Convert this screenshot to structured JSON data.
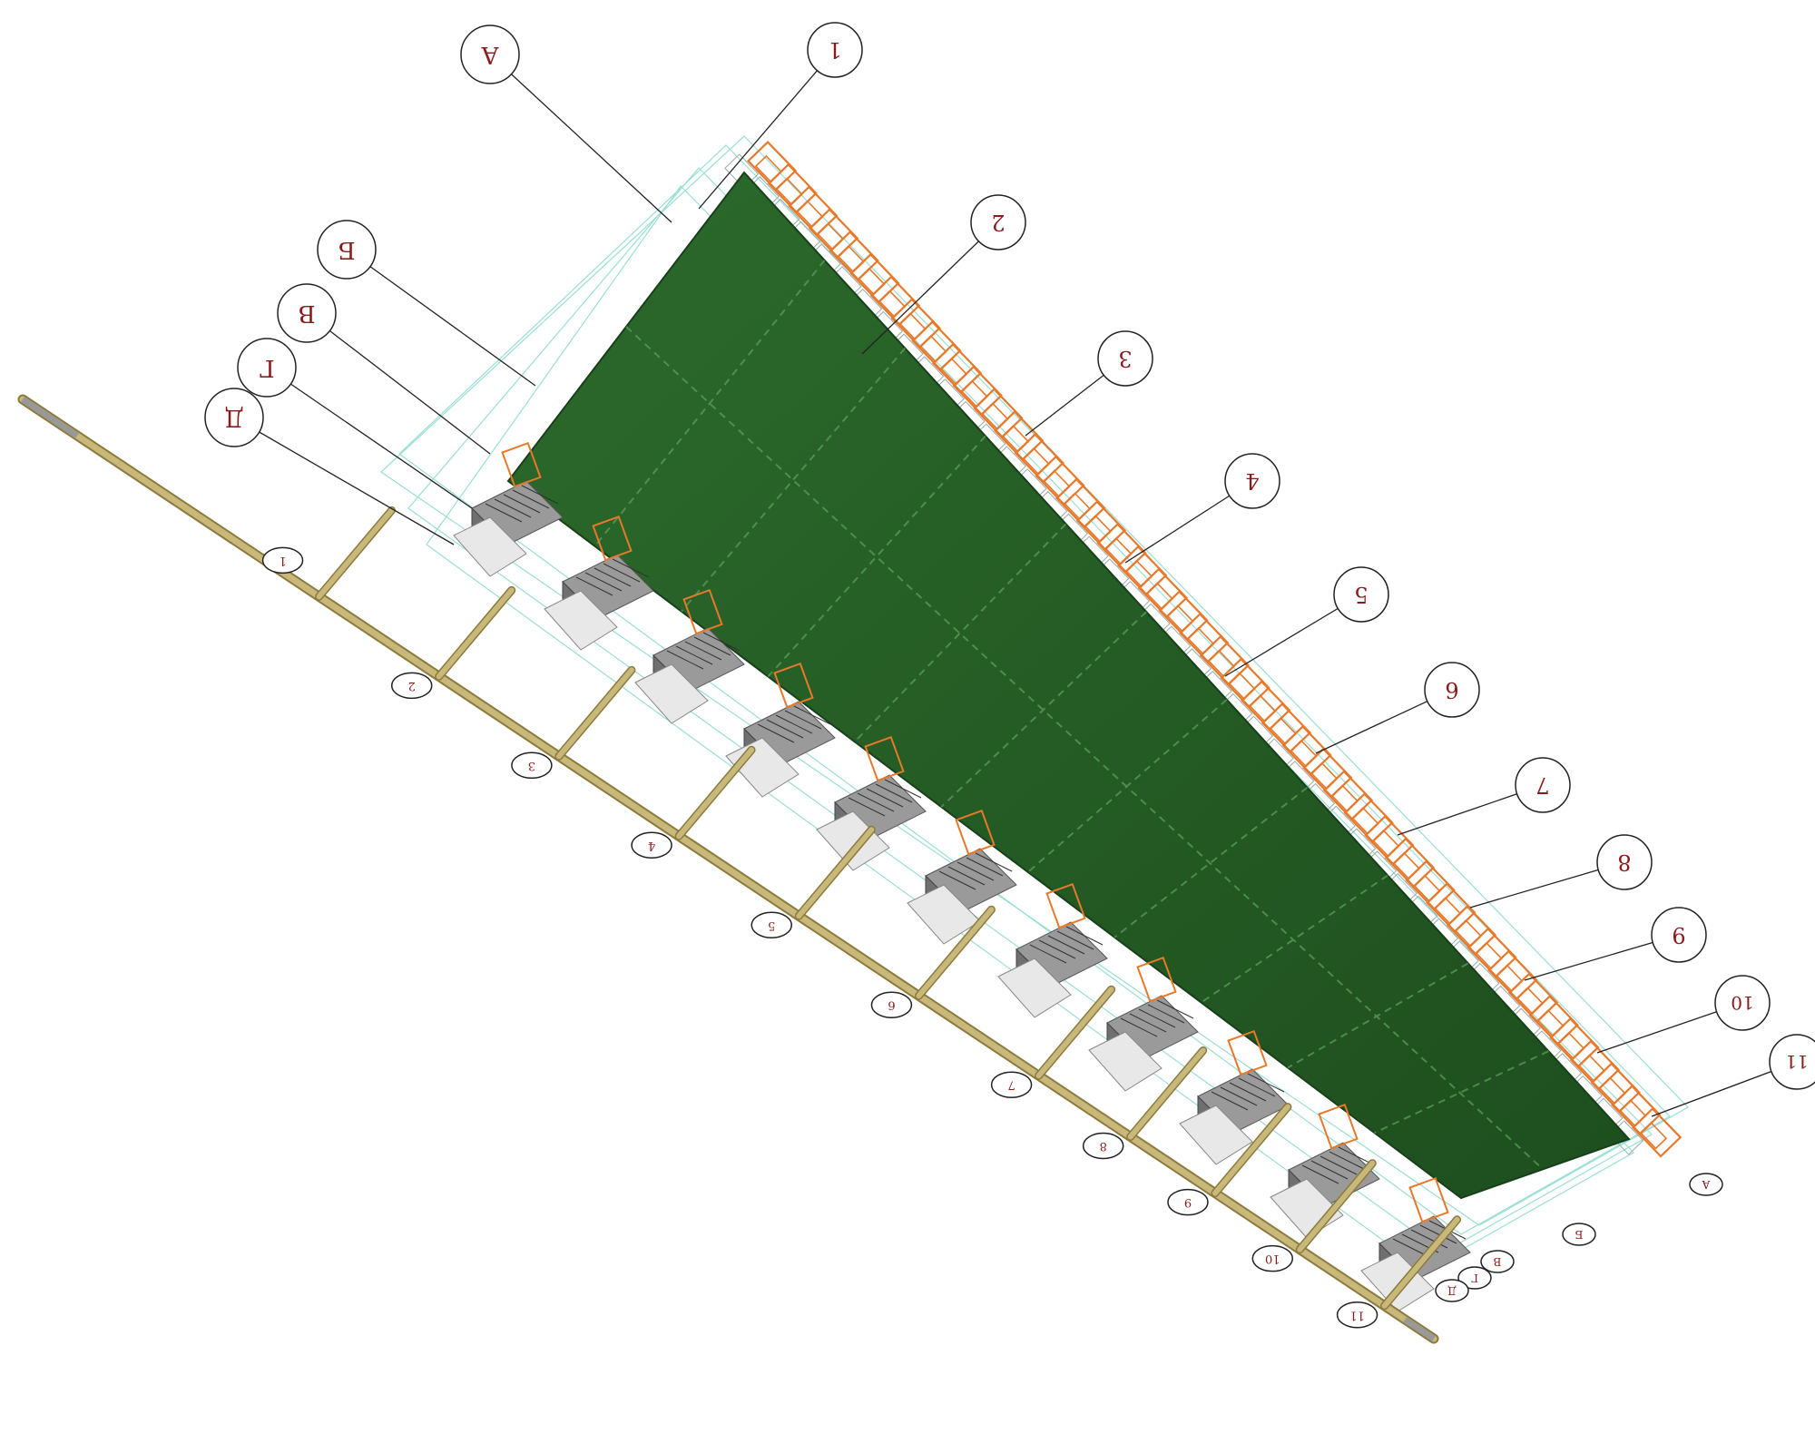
{
  "diagram": {
    "colors": {
      "slab": "#2f6b2f",
      "slab_dark": "#1f4f1f",
      "window_orange": "#e8782a",
      "pipe": "#c8b87a",
      "pipe_edge": "#8c7a3e",
      "bubble_text": "#8b1a1a",
      "wire": "#7fd6c8",
      "stair": "#8a8a8a"
    },
    "letter_axes": [
      {
        "label": "А"
      },
      {
        "label": "Б"
      },
      {
        "label": "В"
      },
      {
        "label": "Г"
      },
      {
        "label": "Д"
      }
    ],
    "top_numbers": [
      {
        "label": "1"
      },
      {
        "label": "2"
      },
      {
        "label": "3"
      },
      {
        "label": "4"
      },
      {
        "label": "5"
      },
      {
        "label": "6"
      },
      {
        "label": "7"
      },
      {
        "label": "8"
      },
      {
        "label": "9"
      },
      {
        "label": "10"
      },
      {
        "label": "11"
      }
    ],
    "pipe_numbers": [
      {
        "label": "1"
      },
      {
        "label": "2"
      },
      {
        "label": "3"
      },
      {
        "label": "4"
      },
      {
        "label": "5"
      },
      {
        "label": "6"
      },
      {
        "label": "7"
      },
      {
        "label": "8"
      },
      {
        "label": "9"
      },
      {
        "label": "10"
      },
      {
        "label": "11"
      }
    ],
    "corner_labels": [
      {
        "label": "А"
      },
      {
        "label": "Б"
      },
      {
        "label": "В"
      },
      {
        "label": "Г"
      },
      {
        "label": "Д"
      }
    ]
  }
}
